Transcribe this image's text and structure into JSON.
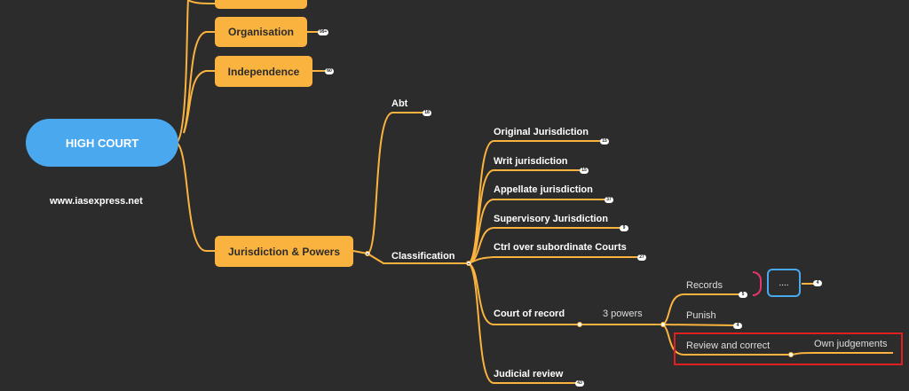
{
  "central": {
    "label": "HIGH COURT",
    "website": "www.iasexpress.net"
  },
  "top_nodes": [
    {
      "label": "Organisation",
      "badge": "99+"
    },
    {
      "label": "Independence",
      "badge": "60"
    }
  ],
  "jurisdiction": {
    "label": "Jurisdiction & Powers",
    "abt": {
      "label": "Abt",
      "badge": "18"
    },
    "classification": {
      "label": "Classification",
      "items": [
        {
          "label": "Original Jurisdiction",
          "badge": "15"
        },
        {
          "label": "Writ jurisdiction",
          "badge": "15"
        },
        {
          "label": "Appellate jurisdiction",
          "badge": "37"
        },
        {
          "label": "Supervisory Jurisdiction",
          "badge": "9"
        },
        {
          "label": "Ctrl over subordinate Courts",
          "badge": "27"
        }
      ],
      "court_of_record": {
        "label": "Court of record",
        "powers_label": "3 powers",
        "powers": [
          {
            "label": "Records",
            "badge": "5"
          },
          {
            "label": "Punish",
            "badge": "4"
          },
          {
            "label": "Review and correct",
            "child": "Own judgements"
          }
        ],
        "summary": {
          "label": "....",
          "badge": "4"
        }
      },
      "judicial_review": {
        "label": "Judicial review",
        "badge": "43"
      }
    }
  },
  "colors": {
    "background": "#2c2c2c",
    "branch": "#fbb33f",
    "central": "#4aa8ef",
    "highlight": "#e02020",
    "brace": "#e8376b"
  }
}
